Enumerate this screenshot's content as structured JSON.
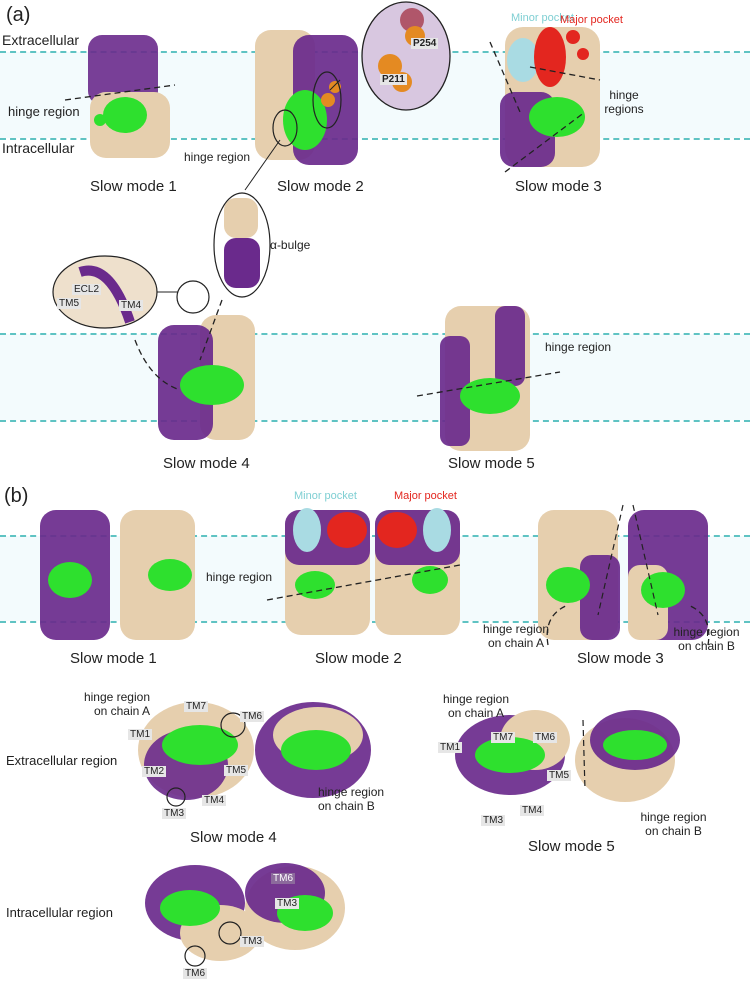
{
  "panel_a": {
    "label": "(a)",
    "membrane": {
      "extracellular": "Extracellular",
      "intracellular": "Intracellular"
    },
    "modes": [
      {
        "label": "Slow mode 1",
        "annotation": "hinge region"
      },
      {
        "label": "Slow mode 2",
        "annotation": "hinge region",
        "inset_residues": [
          "P254",
          "P211"
        ],
        "inset_helix": "α-bulge"
      },
      {
        "label": "Slow mode 3",
        "annotation": "hinge regions",
        "pockets": {
          "minor": "Minor pocket",
          "major": "Major pocket"
        }
      },
      {
        "label": "Slow mode 4",
        "inset_labels": [
          "ECL2",
          "TM5",
          "TM4"
        ]
      },
      {
        "label": "Slow mode 5",
        "annotation": "hinge region"
      }
    ]
  },
  "panel_b": {
    "label": "(b)",
    "modes_side": [
      {
        "label": "Slow mode 1"
      },
      {
        "label": "Slow mode 2",
        "annotation": "hinge region",
        "pockets": {
          "minor": "Minor pocket",
          "major": "Major pocket"
        }
      },
      {
        "label": "Slow mode 3",
        "annotation_a": "hinge region on chain A",
        "annotation_b": "hinge region on chain B"
      }
    ],
    "region_labels": {
      "extracellular": "Extracellular region",
      "intracellular": "Intracellular region"
    },
    "mode4_top": {
      "label": "Slow mode 4",
      "hinge_a": "hinge region on chain A",
      "hinge_b": "hinge region on chain B",
      "tm_labels": [
        "TM1",
        "TM2",
        "TM3",
        "TM4",
        "TM5",
        "TM6",
        "TM7"
      ]
    },
    "mode5_top": {
      "label": "Slow mode 5",
      "hinge_a": "hinge region on chain A",
      "hinge_b": "hinge region on chain B",
      "tm_labels": [
        "TM1",
        "TM3",
        "TM4",
        "TM5",
        "TM6",
        "TM7"
      ]
    },
    "mode4_bottom": {
      "tm_labels": [
        "TM6",
        "TM3",
        "TM3",
        "TM6"
      ]
    }
  },
  "colors": {
    "chain_purple": "#6a2a8c",
    "chain_tan": "#e6cfae",
    "hinge_green": "#2ee02e",
    "minor_pocket": "#a9dbe3",
    "major_pocket": "#e3261f",
    "proline_orange": "#e48a22",
    "membrane_line": "#5fc3c3",
    "membrane_band": "#f3fbfd"
  }
}
